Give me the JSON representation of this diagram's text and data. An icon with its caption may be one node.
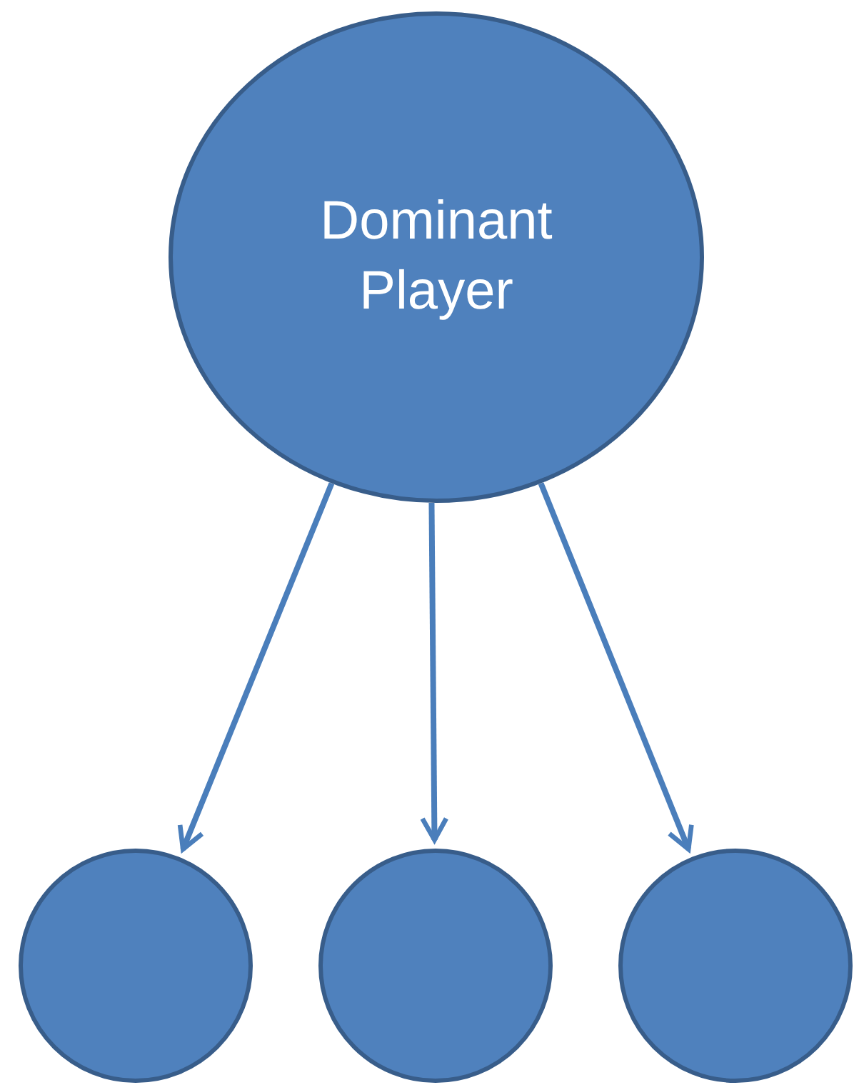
{
  "diagram": {
    "nodes": [
      {
        "text": [
          "Dominant Player"
        ]
      },
      {
        "text": [],
        "shape": "circle"
      },
      {
        "text": [],
        "shape": "circle"
      },
      {
        "text": [],
        "shape": "circle"
      }
    ],
    "edges": [
      {
        "from": 0,
        "to": 1,
        "arrow": "to"
      },
      {
        "from": 0,
        "to": 2,
        "arrow": "to"
      },
      {
        "from": 0,
        "to": 3,
        "arrow": "to"
      }
    ]
  }
}
